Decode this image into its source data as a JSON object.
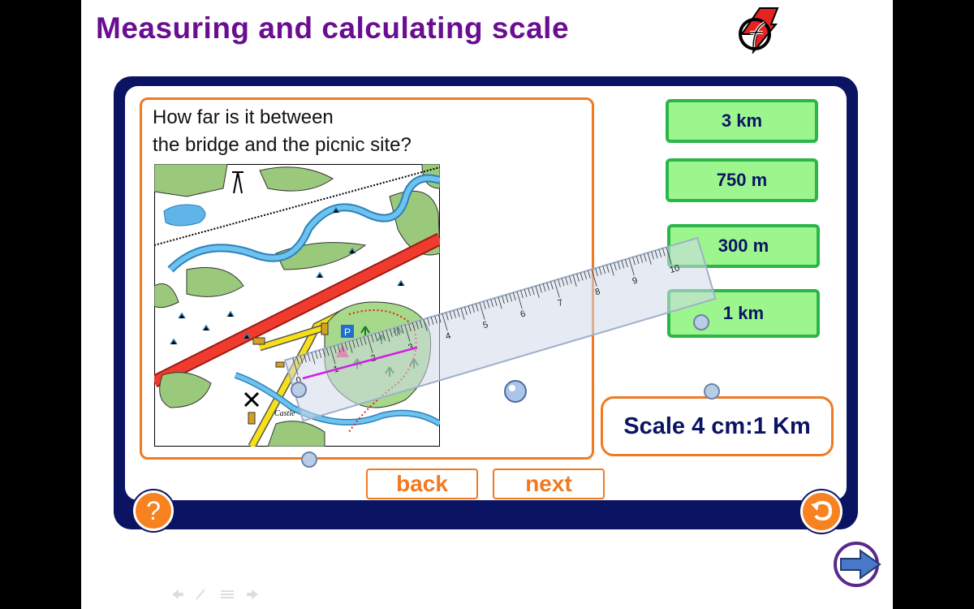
{
  "title": "Measuring and calculating scale",
  "question": {
    "line1": "How far is it between",
    "line2": "the bridge and the picnic site?"
  },
  "answers": [
    "3 km",
    "750 m",
    "300 m",
    "1 km"
  ],
  "scale_text": "Scale 4 cm:1 Km",
  "nav": {
    "back": "back",
    "next": "next"
  },
  "help_label": "?",
  "map": {
    "castle_label": "Castle",
    "parking_label": "P"
  },
  "ruler": {
    "tick_labels": [
      "0",
      "1",
      "2",
      "3",
      "4",
      "5",
      "6",
      "7",
      "8",
      "9",
      "10"
    ]
  },
  "colors": {
    "title": "#6a0d91",
    "frame": "#0b1462",
    "accent_orange": "#f07a22",
    "answer_fill": "#9cf58d",
    "answer_border": "#2bb64a"
  },
  "icons": [
    "flash-logo-icon",
    "help-icon",
    "undo-icon",
    "next-arrow-icon",
    "ruler"
  ]
}
